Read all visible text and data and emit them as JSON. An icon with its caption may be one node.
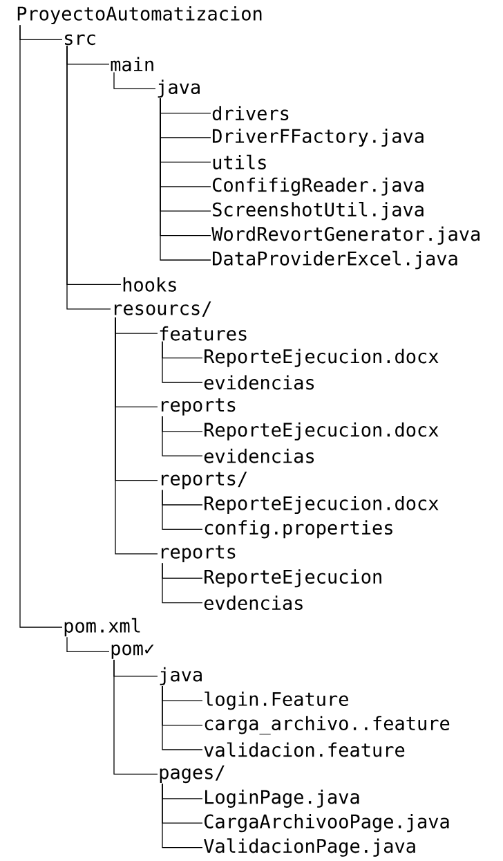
{
  "diagram": {
    "nodes": [
      {
        "text": [
          "ProyectoAutomatizacion"
        ]
      },
      {
        "text": [
          "src"
        ]
      },
      {
        "text": [
          "main"
        ]
      },
      {
        "text": [
          "java"
        ]
      },
      {
        "text": [
          "drivers"
        ]
      },
      {
        "text": [
          "DriverFFactory.java"
        ]
      },
      {
        "text": [
          "utils"
        ]
      },
      {
        "text": [
          "ConfifigReader.java"
        ]
      },
      {
        "text": [
          "ScreenshotUtil.java"
        ]
      },
      {
        "text": [
          "WordRevortGenerator.java"
        ]
      },
      {
        "text": [
          "DataProviderExcel.java"
        ]
      },
      {
        "text": [
          "hooks"
        ]
      },
      {
        "text": [
          "resourcs/"
        ]
      },
      {
        "text": [
          "features"
        ]
      },
      {
        "text": [
          "ReporteEjecucion.docx"
        ]
      },
      {
        "text": [
          "evidencias"
        ]
      },
      {
        "text": [
          "reports"
        ]
      },
      {
        "text": [
          "ReporteEjecucion.docx"
        ]
      },
      {
        "text": [
          "evidencias"
        ]
      },
      {
        "text": [
          "reports/"
        ]
      },
      {
        "text": [
          "ReporteEjecucion.docx"
        ]
      },
      {
        "text": [
          "config.properties"
        ]
      },
      {
        "text": [
          "reports"
        ]
      },
      {
        "text": [
          "ReporteEjecucion"
        ]
      },
      {
        "text": [
          "evdencias"
        ]
      },
      {
        "text": [
          "pom.xml"
        ]
      },
      {
        "text": [
          "pom✓"
        ]
      },
      {
        "text": [
          "java"
        ]
      },
      {
        "text": [
          "login.Feature"
        ]
      },
      {
        "text": [
          "carga_archivo..feature"
        ]
      },
      {
        "text": [
          "validacion.feature"
        ]
      },
      {
        "text": [
          "pages/"
        ]
      },
      {
        "text": [
          "LoginPage.java"
        ]
      },
      {
        "text": [
          "CargaArchivooPage.java"
        ]
      },
      {
        "text": [
          "ValidacionPage.java"
        ]
      }
    ],
    "edges": [
      {
        "from": 0,
        "to": 1,
        "arrow": "none"
      },
      {
        "from": 1,
        "to": 2,
        "arrow": "none"
      },
      {
        "from": 2,
        "to": 3,
        "arrow": "none"
      },
      {
        "from": 3,
        "to": 4,
        "arrow": "none"
      },
      {
        "from": 3,
        "to": 5,
        "arrow": "none"
      },
      {
        "from": 3,
        "to": 6,
        "arrow": "none"
      },
      {
        "from": 3,
        "to": 7,
        "arrow": "none"
      },
      {
        "from": 3,
        "to": 8,
        "arrow": "none"
      },
      {
        "from": 3,
        "to": 9,
        "arrow": "none"
      },
      {
        "from": 3,
        "to": 10,
        "arrow": "none"
      },
      {
        "from": 1,
        "to": 11,
        "arrow": "none"
      },
      {
        "from": 1,
        "to": 12,
        "arrow": "none"
      },
      {
        "from": 12,
        "to": 13,
        "arrow": "none"
      },
      {
        "from": 13,
        "to": 14,
        "arrow": "none"
      },
      {
        "from": 13,
        "to": 15,
        "arrow": "none"
      },
      {
        "from": 12,
        "to": 16,
        "arrow": "none"
      },
      {
        "from": 16,
        "to": 17,
        "arrow": "none"
      },
      {
        "from": 16,
        "to": 18,
        "arrow": "none"
      },
      {
        "from": 12,
        "to": 19,
        "arrow": "none"
      },
      {
        "from": 19,
        "to": 20,
        "arrow": "none"
      },
      {
        "from": 19,
        "to": 21,
        "arrow": "none"
      },
      {
        "from": 12,
        "to": 22,
        "arrow": "none"
      },
      {
        "from": 22,
        "to": 23,
        "arrow": "none"
      },
      {
        "from": 22,
        "to": 24,
        "arrow": "none"
      },
      {
        "from": 0,
        "to": 25,
        "arrow": "none"
      },
      {
        "from": 25,
        "to": 26,
        "arrow": "none"
      },
      {
        "from": 26,
        "to": 27,
        "arrow": "none"
      },
      {
        "from": 27,
        "to": 28,
        "arrow": "none"
      },
      {
        "from": 27,
        "to": 29,
        "arrow": "none"
      },
      {
        "from": 27,
        "to": 30,
        "arrow": "none"
      },
      {
        "from": 26,
        "to": 31,
        "arrow": "none"
      },
      {
        "from": 31,
        "to": 32,
        "arrow": "none"
      },
      {
        "from": 31,
        "to": 33,
        "arrow": "none"
      },
      {
        "from": 31,
        "to": 34,
        "arrow": "none"
      }
    ]
  }
}
